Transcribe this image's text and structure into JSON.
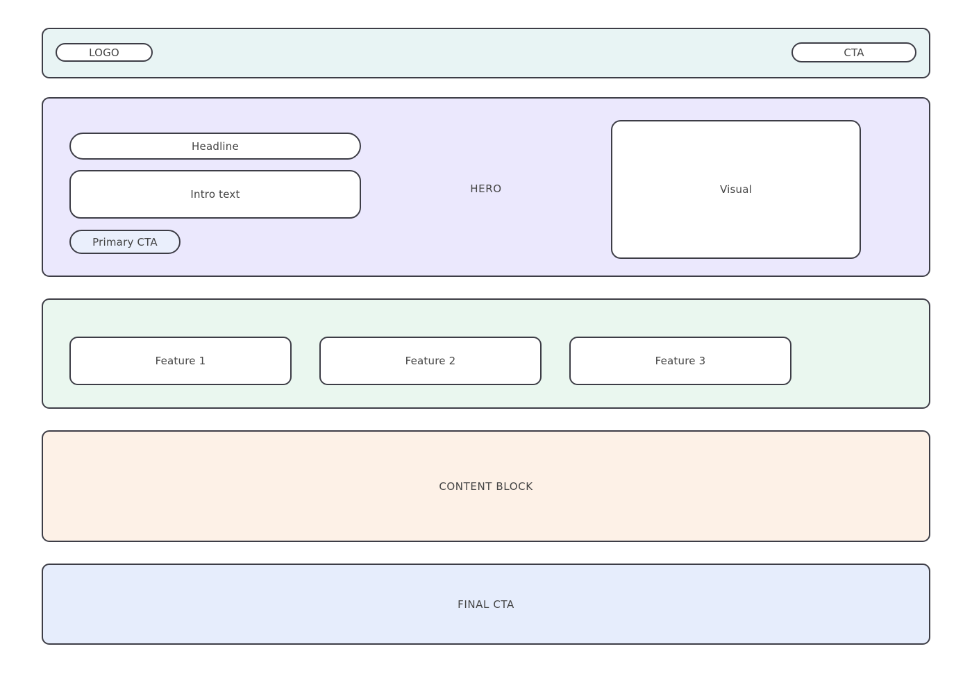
{
  "page": {
    "kind": "landing-page-wireframe",
    "background": "#ffffff",
    "line_color": "#3d3d46",
    "text_color": "#444444"
  },
  "header": {
    "background": "#e8f4f4",
    "logo_label": "LOGO",
    "cta_label": "CTA"
  },
  "hero": {
    "background": "#ebe8fd",
    "section_label": "HERO",
    "headline_label": "Headline",
    "intro_label": "Intro text",
    "primary_cta_label": "Primary CTA",
    "primary_cta_fill": "#eaeffc",
    "visual_label": "Visual"
  },
  "features": {
    "background": "#eaf7ef",
    "items": [
      {
        "label": "Feature 1"
      },
      {
        "label": "Feature 2"
      },
      {
        "label": "Feature 3"
      }
    ]
  },
  "content": {
    "background": "#fdf1e7",
    "label": "CONTENT BLOCK"
  },
  "final_cta": {
    "background": "#e6edfc",
    "label": "FINAL CTA"
  }
}
